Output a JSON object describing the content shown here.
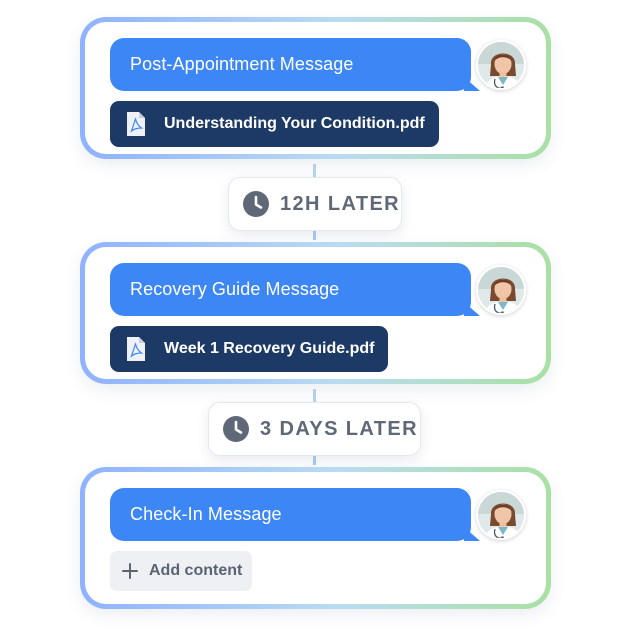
{
  "colors": {
    "bubble": "#3d86f5",
    "attachment": "#1d3a66",
    "delay_text": "#5f6876",
    "card_border_start": "#8fb2ff",
    "card_border_end": "#a9e0a3"
  },
  "steps": [
    {
      "message": "Post-Appointment Message",
      "attachment": "Understanding Your Condition.pdf",
      "attachment_icon": "pdf-icon",
      "avatar": "doctor-avatar"
    },
    {
      "message": "Recovery Guide Message",
      "attachment": "Week 1 Recovery Guide.pdf",
      "attachment_icon": "pdf-icon",
      "avatar": "doctor-avatar"
    },
    {
      "message": "Check-In Message",
      "add_content_label": "Add content",
      "add_icon": "plus-icon",
      "avatar": "doctor-avatar"
    }
  ],
  "delays": [
    {
      "label": "12H LATER",
      "icon": "clock-icon"
    },
    {
      "label": "3 DAYS LATER",
      "icon": "clock-icon"
    }
  ]
}
